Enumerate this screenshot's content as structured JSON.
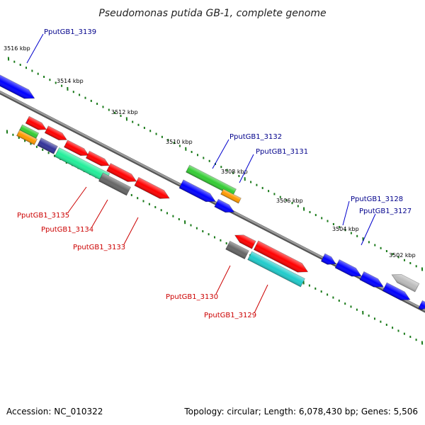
{
  "title": "Pseudomonas putida GB-1, complete genome",
  "accession_text": "Accession: NC_010322",
  "info_text": "Topology: circular; Length: 6,078,430 bp; Genes: 5,506",
  "ticks": [
    {
      "label": "3516 kbp"
    },
    {
      "label": "3514 kbp"
    },
    {
      "label": "3512 kbp"
    },
    {
      "label": "3510 kbp"
    },
    {
      "label": "3508 kbp"
    },
    {
      "label": "3506 kbp"
    },
    {
      "label": "3504 kbp"
    },
    {
      "label": "3502 kbp"
    }
  ],
  "gene_labels": [
    {
      "text": "PputGB1_3139",
      "color": "#00008b"
    },
    {
      "text": "PputGB1_3132",
      "color": "#00008b"
    },
    {
      "text": "PputGB1_3131",
      "color": "#00008b"
    },
    {
      "text": "PputGB1_3128",
      "color": "#00008b"
    },
    {
      "text": "PputGB1_3127",
      "color": "#00008b"
    },
    {
      "text": "PputGB1_3135",
      "color": "#cc0000"
    },
    {
      "text": "PputGB1_3134",
      "color": "#cc0000"
    },
    {
      "text": "PputGB1_3133",
      "color": "#cc0000"
    },
    {
      "text": "PputGB1_3130",
      "color": "#cc0000"
    },
    {
      "text": "PputGB1_3129",
      "color": "#cc0000"
    }
  ],
  "colors": {
    "backbone": "#808080",
    "tick_dots": "#1a7a1a",
    "feature_blue": "#0000ff",
    "feature_red": "#ff0000",
    "feature_green": "#33cc33",
    "feature_orange": "#ff9900",
    "feature_cyan": "#20cccc",
    "feature_aqua": "#22ee99",
    "feature_gray": "#666666",
    "feature_lightgray": "#bbbbbb",
    "feature_navy": "#333399"
  }
}
